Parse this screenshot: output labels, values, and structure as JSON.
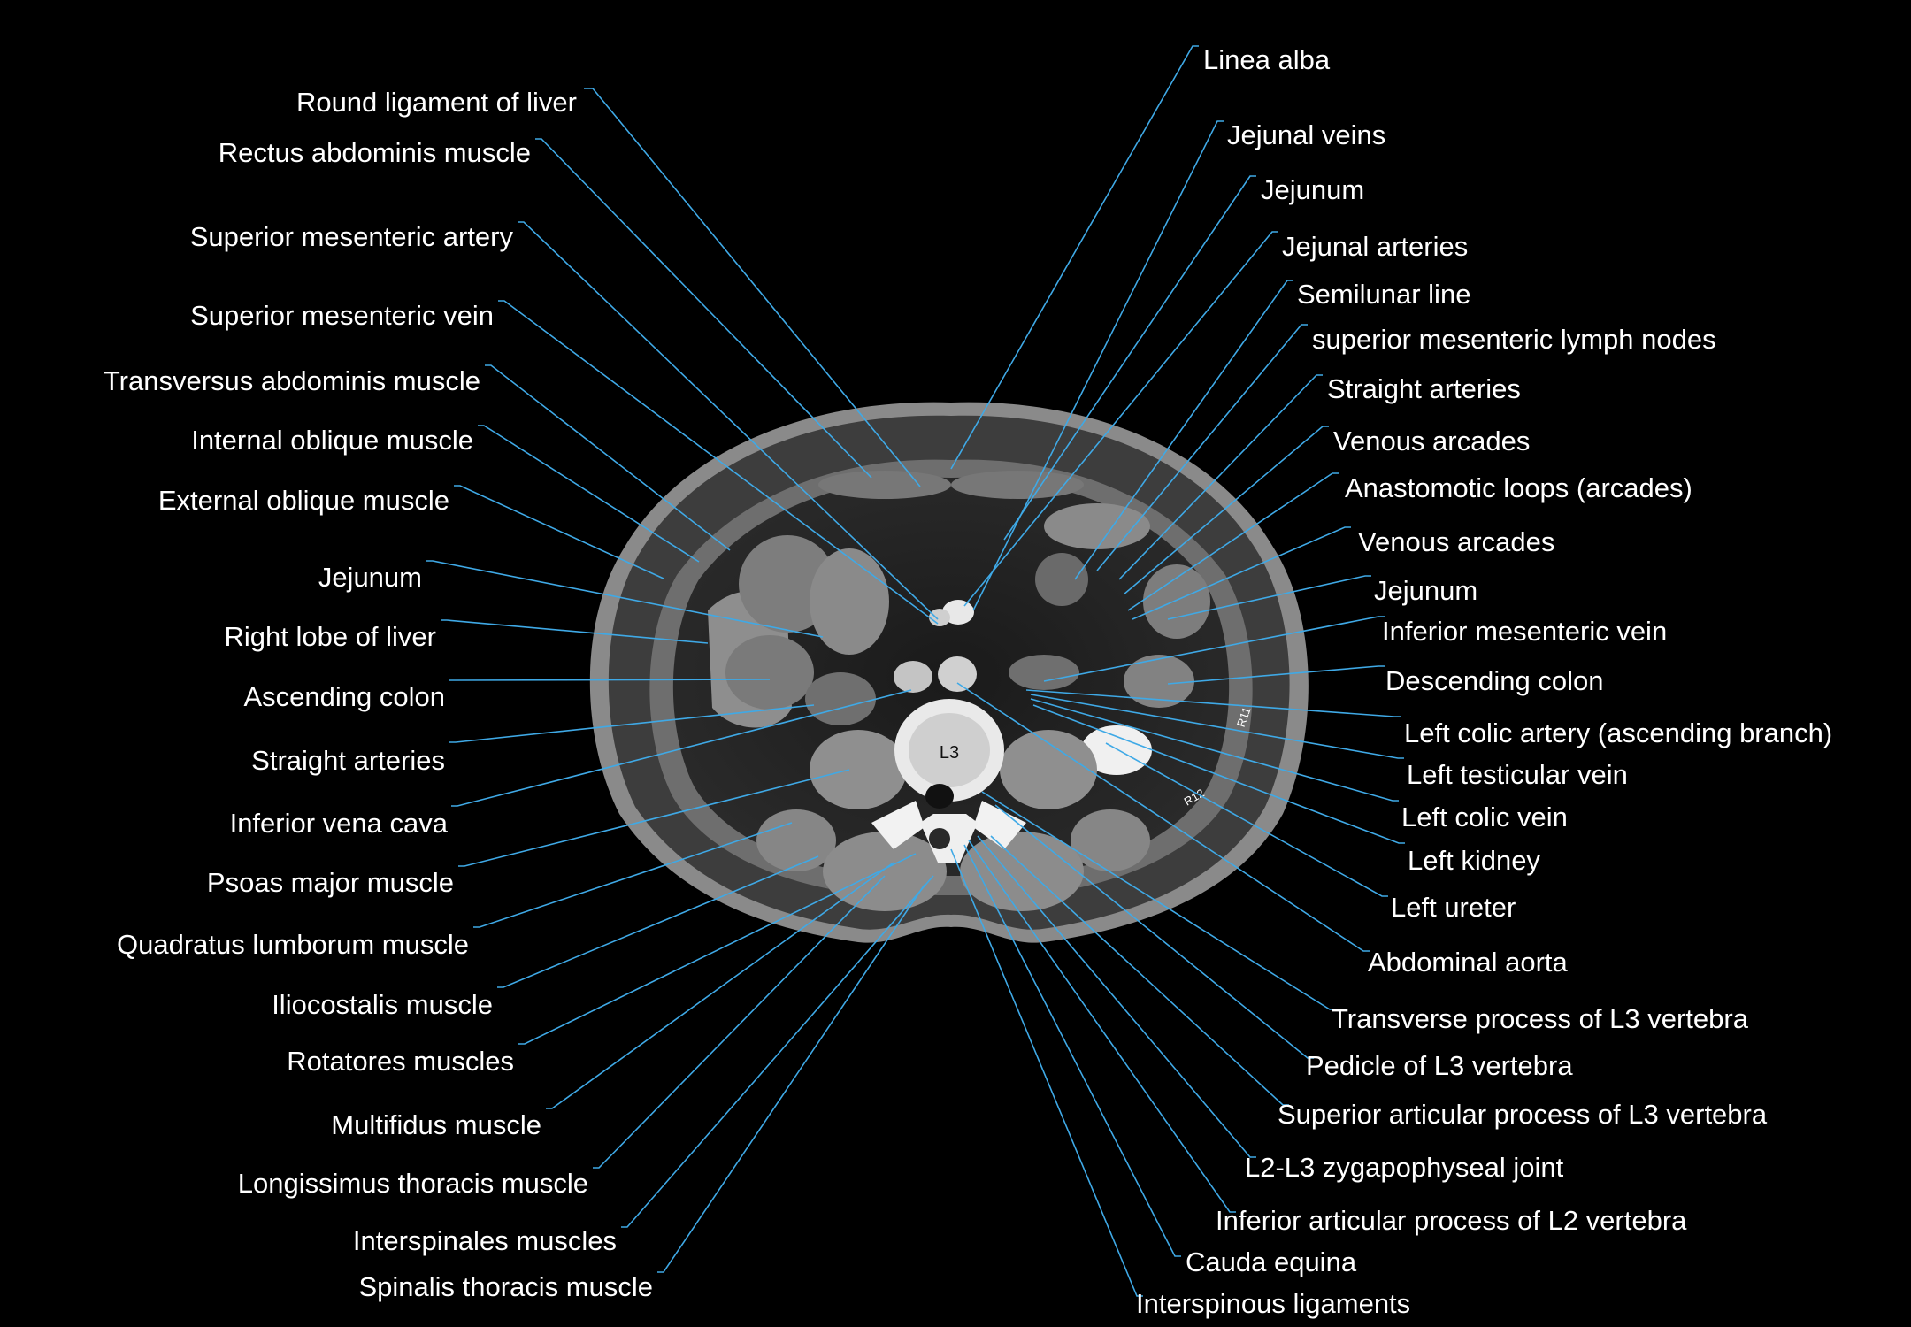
{
  "image": {
    "background": "#000000",
    "leader_color": "#3fa9e6",
    "vertebra_label": "L3",
    "rib_markers": [
      "R11",
      "R12"
    ]
  },
  "labels_left": [
    "Round ligament of liver",
    "Rectus abdominis muscle",
    "Superior mesenteric artery",
    "Superior mesenteric vein",
    "Transversus abdominis muscle",
    "Internal oblique muscle",
    "External oblique muscle",
    "Jejunum",
    "Right lobe of liver",
    "Ascending colon",
    "Straight arteries",
    "Inferior vena cava",
    "Psoas major muscle",
    "Quadratus lumborum muscle",
    "Iliocostalis muscle",
    "Rotatores muscles",
    "Multifidus muscle",
    "Longissimus thoracis muscle",
    "Interspinales muscles",
    "Spinalis thoracis muscle"
  ],
  "labels_right": [
    "Linea alba",
    "Jejunal veins",
    "Jejunum",
    "Jejunal arteries",
    "Semilunar line",
    "superior mesenteric lymph nodes",
    "Straight arteries",
    "Venous arcades",
    "Anastomotic loops (arcades)",
    "Venous arcades",
    "Jejunum",
    "Inferior mesenteric vein",
    "Descending colon",
    "Left colic  artery (ascending  branch)",
    "Left testicular vein",
    "Left colic vein",
    "Left kidney",
    "Left ureter",
    "Abdominal aorta",
    "Transverse process of L3 vertebra",
    "Pedicle of L3 vertebra",
    "Superior articular process of L3 vertebra",
    "L2-L3 zygapophyseal joint",
    "Inferior articular process of L2 vertebra",
    "Cauda equina",
    "Interspinous ligaments"
  ]
}
